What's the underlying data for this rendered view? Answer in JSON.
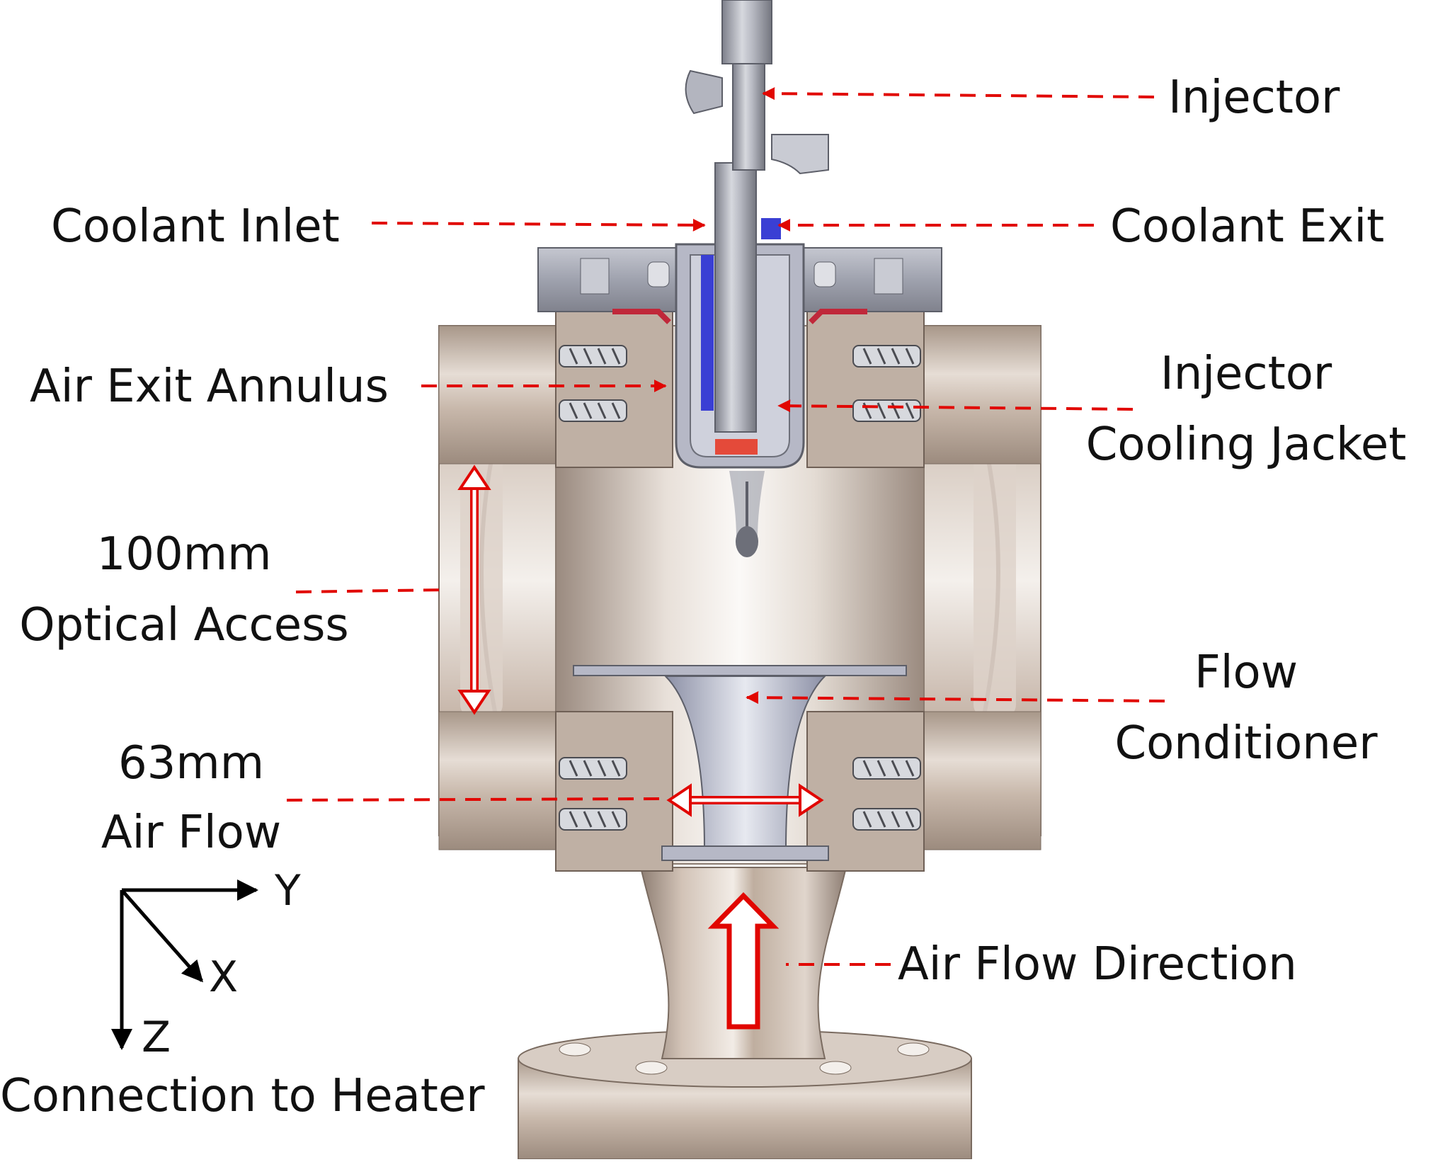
{
  "labels": {
    "injector": "Injector",
    "coolant_inlet": "Coolant Inlet",
    "coolant_exit": "Coolant Exit",
    "air_exit_annulus": "Air Exit Annulus",
    "injector_cooling_jacket_line1": "Injector",
    "injector_cooling_jacket_line2": "Cooling Jacket",
    "optical_access_line1": "100mm",
    "optical_access_line2": "Optical Access",
    "flow_conditioner_line1": "Flow",
    "flow_conditioner_line2": "Conditioner",
    "air_flow_line1": "63mm",
    "air_flow_line2": "Air Flow",
    "air_flow_direction": "Air Flow Direction",
    "connection_to_heater": "Connection to Heater"
  },
  "axes": {
    "y": "Y",
    "x": "X",
    "z": "Z"
  },
  "colors": {
    "annotation": "#e10600",
    "metal_light": "#eeeae6",
    "metal_mid": "#b9a99b",
    "metal_dark": "#8b7b70",
    "steel": "#a7a9b4",
    "coolant_blue": "#3a3fd4",
    "seal_red": "#c0283a",
    "text": "#111111"
  }
}
